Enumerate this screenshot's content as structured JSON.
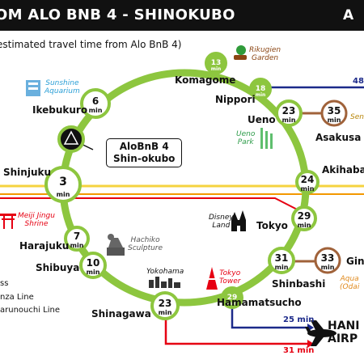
{
  "header": {
    "title": "OM ALO BNB 4 - SHINOKUBO",
    "logo_text": "A"
  },
  "subtitle": "estimated travel time from Alo BnB 4)",
  "colors": {
    "loop": "#8dc63f",
    "yellow_line": "#f5d33f",
    "red_line": "#e60012",
    "navy_line": "#1c2a8a",
    "brown_line": "#a0623a",
    "header_bg": "#111111"
  },
  "home": {
    "line1": "AloBnB 4",
    "line2": "Shin-okubo",
    "icon": "home-logo-icon"
  },
  "stations": [
    {
      "id": "komagome",
      "name": "Komagome",
      "minutes": "13",
      "unit": "min"
    },
    {
      "id": "nippori",
      "name": "Nippori",
      "minutes": "18",
      "unit": "min"
    },
    {
      "id": "ueno",
      "name": "Ueno",
      "minutes": "23",
      "unit": "min"
    },
    {
      "id": "asakusa",
      "name": "Asakusa",
      "minutes": "35",
      "unit": "min"
    },
    {
      "id": "akihabara",
      "name": "Akihaban",
      "minutes": "24",
      "unit": "min"
    },
    {
      "id": "tokyo",
      "name": "Tokyo",
      "minutes": "29",
      "unit": "min"
    },
    {
      "id": "ginza",
      "name": "Ginz",
      "minutes": "33",
      "unit": "min"
    },
    {
      "id": "shinbashi",
      "name": "Shinbashi",
      "minutes": "31",
      "unit": "min"
    },
    {
      "id": "hamamatsucho",
      "name": "Hamamatsucho",
      "minutes": "29",
      "unit": "min"
    },
    {
      "id": "shinagawa",
      "name": "Shinagawa",
      "minutes": "23",
      "unit": "min"
    },
    {
      "id": "shibuya",
      "name": "Shibuya",
      "minutes": "10",
      "unit": "min"
    },
    {
      "id": "harajuku",
      "name": "Harajuku",
      "minutes": "7",
      "unit": "min"
    },
    {
      "id": "shinjuku",
      "name": "Shinjuku",
      "minutes": "3",
      "unit": "min"
    },
    {
      "id": "ikebukuro",
      "name": "Ikebukuro",
      "minutes": "6",
      "unit": "min"
    }
  ],
  "landmarks": [
    {
      "id": "rikugien",
      "line1": "Rikugien",
      "line2": "Garden",
      "icon": "tree-icon"
    },
    {
      "id": "sunshine",
      "line1": "Sunshine",
      "line2": "Aquarium",
      "icon": "aquarium-icon"
    },
    {
      "id": "uenopark",
      "line1": "Ueno",
      "line2": "Park",
      "icon": "bamboo-icon"
    },
    {
      "id": "meiji",
      "line1": "Meiji Jingu",
      "line2": "Shrine",
      "icon": "torii-icon"
    },
    {
      "id": "hachiko",
      "line1": "Hachiko",
      "line2": "Sculpture",
      "icon": "dog-statue-icon"
    },
    {
      "id": "disney",
      "line1": "Disney",
      "line2": "Land",
      "icon": "castle-icon"
    },
    {
      "id": "yokohama",
      "line1": "Yokohama",
      "line2": "",
      "icon": "skyline-icon"
    },
    {
      "id": "tokyotower",
      "line1": "Tokyo",
      "line2": "Tower",
      "icon": "tower-icon"
    },
    {
      "id": "aqua",
      "line1": "Aqua ",
      "line2": "(Odai",
      "icon": ""
    },
    {
      "id": "sens",
      "line1": "Sens",
      "line2": "",
      "icon": ""
    }
  ],
  "airport": {
    "name_line1": "HANI",
    "name_line2": "AIRP",
    "navy_time": "25 min",
    "red_time": "31 min",
    "top_time": "48",
    "icon": "airplane-icon"
  },
  "legend": [
    {
      "text": "ss",
      "color": "#e60012"
    },
    {
      "text": "nza Line",
      "color": "#f39800"
    },
    {
      "text": "arunouchi Line",
      "color": "#e60012"
    }
  ]
}
